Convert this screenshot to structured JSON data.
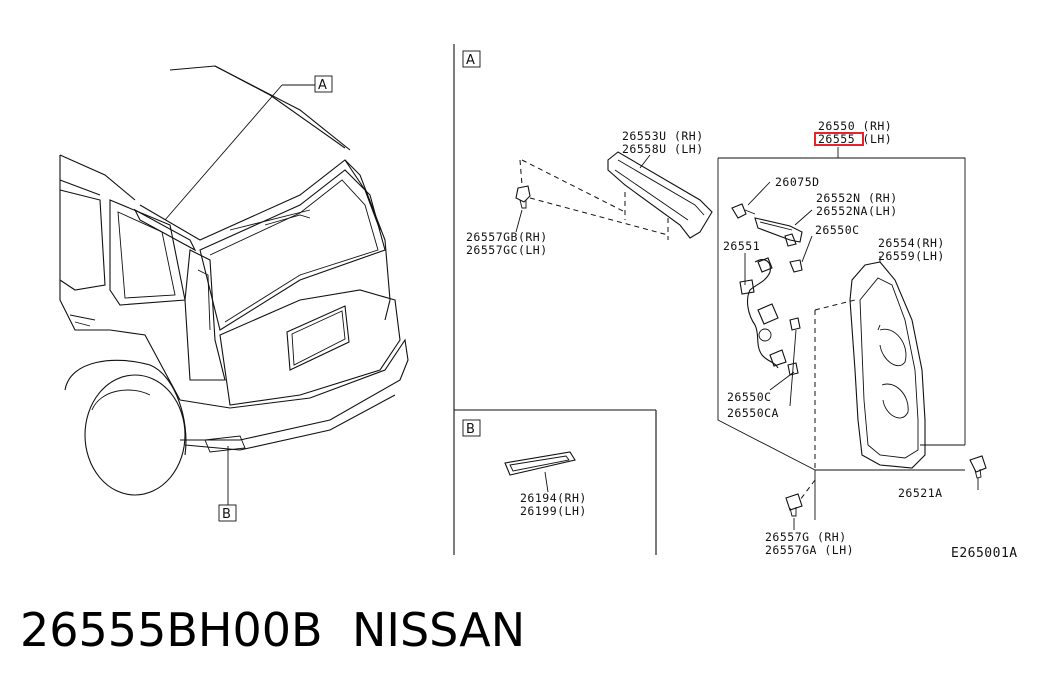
{
  "callouts": {
    "frame_a_ref": "A",
    "frame_b_ref": "B",
    "section_a": "A",
    "section_b": "B"
  },
  "parts": {
    "p26553u": "26553U (RH)",
    "p26558u": "26558U (LH)",
    "p26557gb": "26557GB(RH)",
    "p26557gc": "26557GC(LH)",
    "p26550": "26550 (RH)",
    "p26555": "26555 (LH)",
    "p26075d": "26075D",
    "p26552n": "26552N  (RH)",
    "p26552na": "26552NA(LH)",
    "p26550c_top": "26550C",
    "p26551": "26551",
    "p26554": "26554(RH)",
    "p26559": "26559(LH)",
    "p26550c_bot": "26550C",
    "p26550ca": "26550CA",
    "p26521a": "26521A",
    "p26557g": "26557G  (RH)",
    "p26557ga": "26557GA (LH)",
    "p26194": "26194(RH)",
    "p26199": "26199(LH)"
  },
  "diagram_code": "E265001A",
  "caption": {
    "part_number": "26555BH00B",
    "brand": "NISSAN"
  },
  "colors": {
    "highlight": "#e8232a",
    "ink": "#111111"
  }
}
